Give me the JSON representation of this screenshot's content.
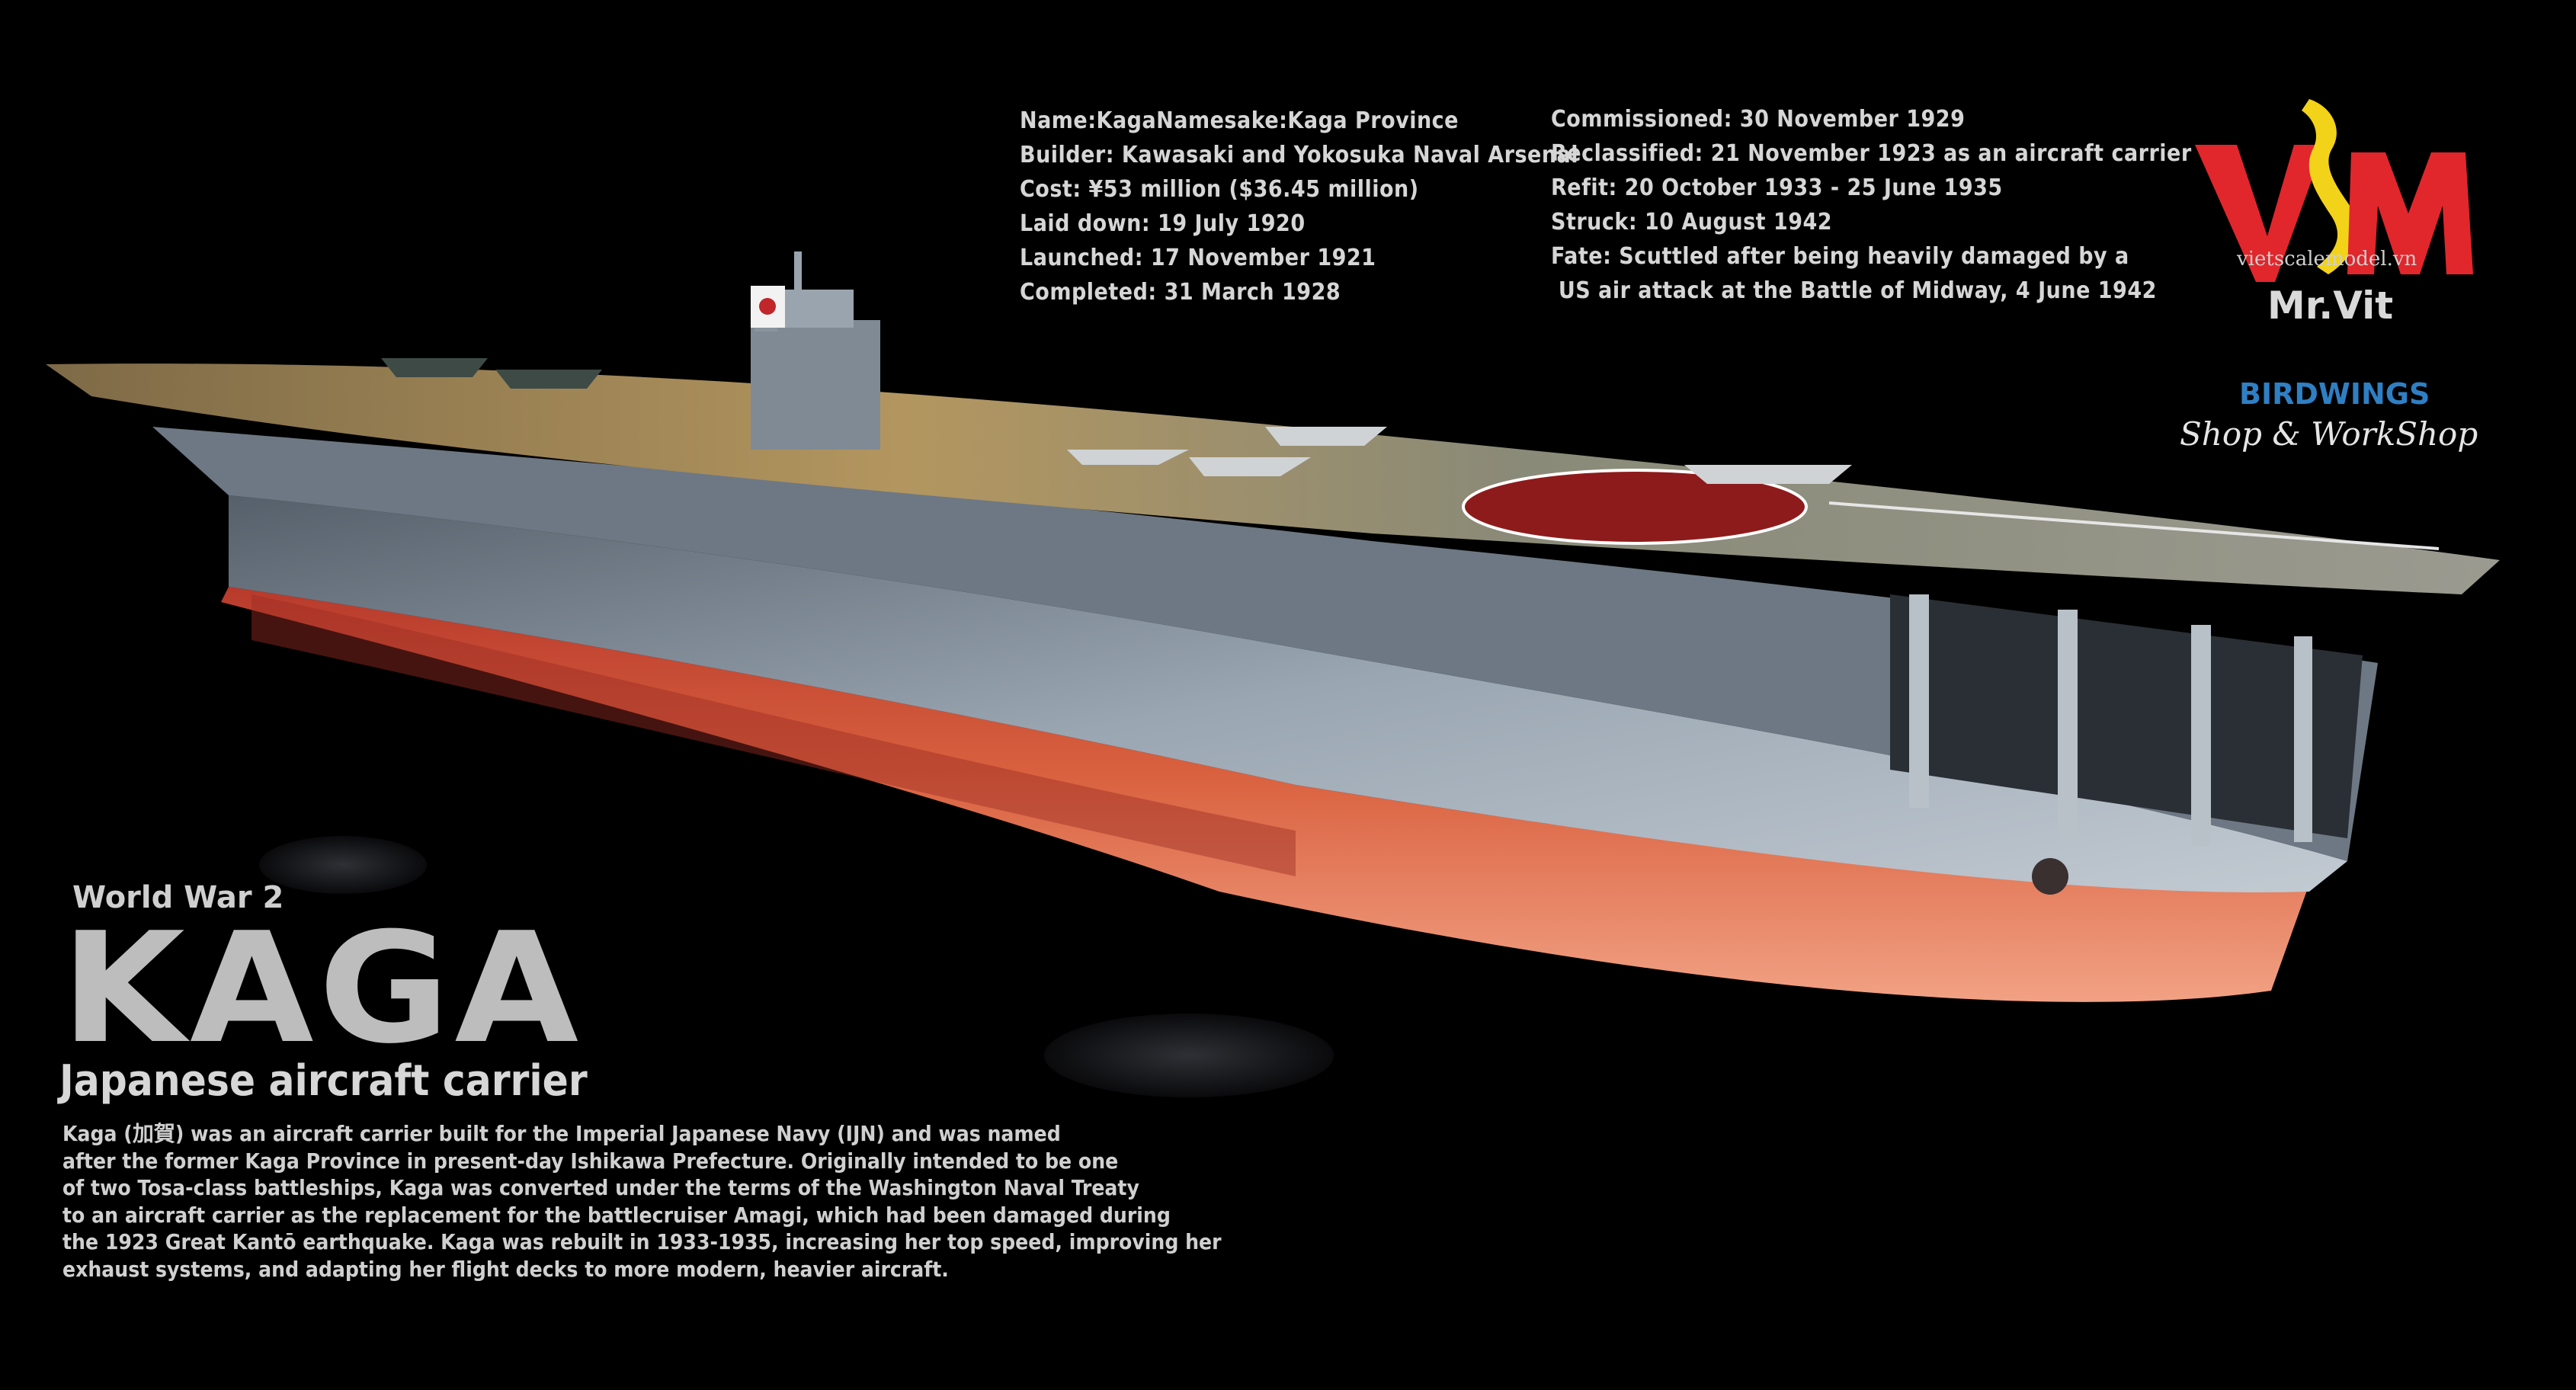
{
  "specs_left": [
    "Name:KagaNamesake:Kaga Province",
    "Builder: Kawasaki and Yokosuka Naval Arsenal",
    "Cost: ¥53 million ($36.45 million)",
    "Laid down: 19 July 1920",
    "Launched: 17 November 1921",
    "Completed: 31 March 1928"
  ],
  "specs_right": [
    "Commissioned: 30 November 1929",
    "Reclassified: 21 November 1923 as an aircraft carrier",
    "Refit: 20 October 1933 - 25 June 1935",
    "Struck: 10 August 1942",
    "Fate: Scuttled after being heavily damaged by a",
    " US air attack at the Battle of Midway, 4 June 1942"
  ],
  "title": {
    "era": "World War 2",
    "name": "KAGA",
    "subtitle": "Japanese aircraft carrier"
  },
  "description": [
    "Kaga (加賀) was an aircraft carrier built for the Imperial Japanese Navy (IJN) and was named",
    "after the former Kaga Province in present-day Ishikawa Prefecture. Originally intended to be one",
    "of two Tosa-class battleships, Kaga was converted under the terms of the Washington Naval Treaty",
    "to an aircraft carrier as the replacement for the battlecruiser Amagi, which had been damaged during",
    "the 1923 Great Kantō earthquake. Kaga was rebuilt in 1933-1935, increasing her top speed, improving her",
    "exhaust systems, and adapting her flight decks to more modern, heavier aircraft."
  ],
  "logo": {
    "site": "vietscalemodel.vn",
    "owner": "Mr.Vit",
    "mark_color": "#e1262c"
  },
  "shop": {
    "brand": "BIRDWINGS",
    "tagline": "Shop & WorkShop",
    "brand_color": "#2f7fc4"
  },
  "colors": {
    "hull_red": "#d65a3a",
    "hull_grey": "#8d98a4",
    "deck": "#a68a5b",
    "hinomaru": "#8e1b1b"
  }
}
